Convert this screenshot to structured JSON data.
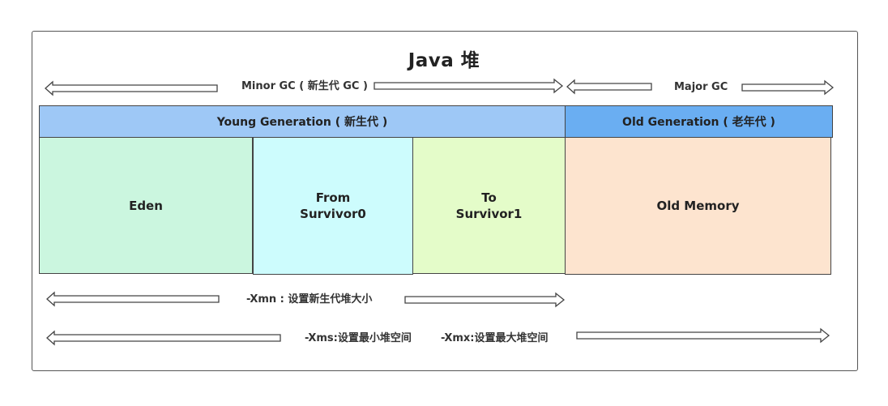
{
  "title": "Java 堆",
  "gc_labels": {
    "minor": "Minor GC ( 新生代 GC )",
    "major": "Major GC"
  },
  "generations": {
    "young": "Young Generation ( 新生代 )",
    "old": "Old Generation ( 老年代 )"
  },
  "regions": {
    "eden": "Eden",
    "from": "From\nSurvivor0",
    "to": "To\nSurvivor1",
    "old_memory": "Old Memory"
  },
  "params": {
    "xmn": "-Xmn : 设置新生代堆大小",
    "xms": "-Xms:设置最小堆空间",
    "xmx": "-Xmx:设置最大堆空间"
  },
  "colors": {
    "young_bar": "#9ec8f6",
    "old_bar": "#6aaef2",
    "eden": "#cbf6df",
    "from": "#cdfcfd",
    "to": "#e4fcc9",
    "old_memory": "#fde4cf"
  }
}
